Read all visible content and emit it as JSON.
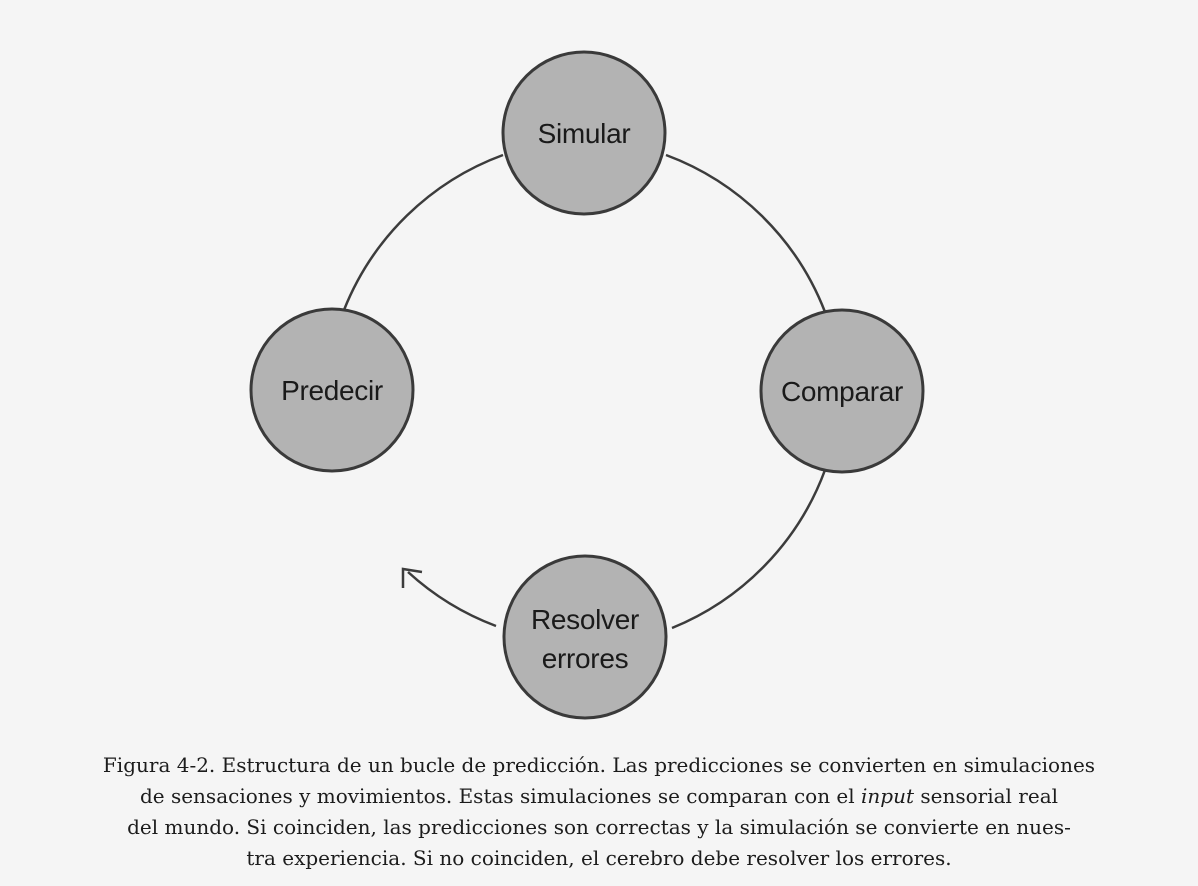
{
  "nodes": {
    "simular": "Simular",
    "comparar": "Comparar",
    "resolver_line1": "Resolver",
    "resolver_line2": "errores",
    "predecir": "Predecir"
  },
  "caption": {
    "line1": "Figura 4-2. Estructura de un bucle de predicción. Las predicciones se convierten en simulaciones",
    "line2_a": "de sensaciones y movimientos. Estas simulaciones se comparan con el ",
    "line2_em": "input",
    "line2_b": " sensorial real",
    "line3": "del mundo. Si coinciden, las predicciones son correctas y la simulación se convierte en nues-",
    "line4": "tra experiencia. Si no coinciden, el cerebro debe resolver los errores."
  }
}
